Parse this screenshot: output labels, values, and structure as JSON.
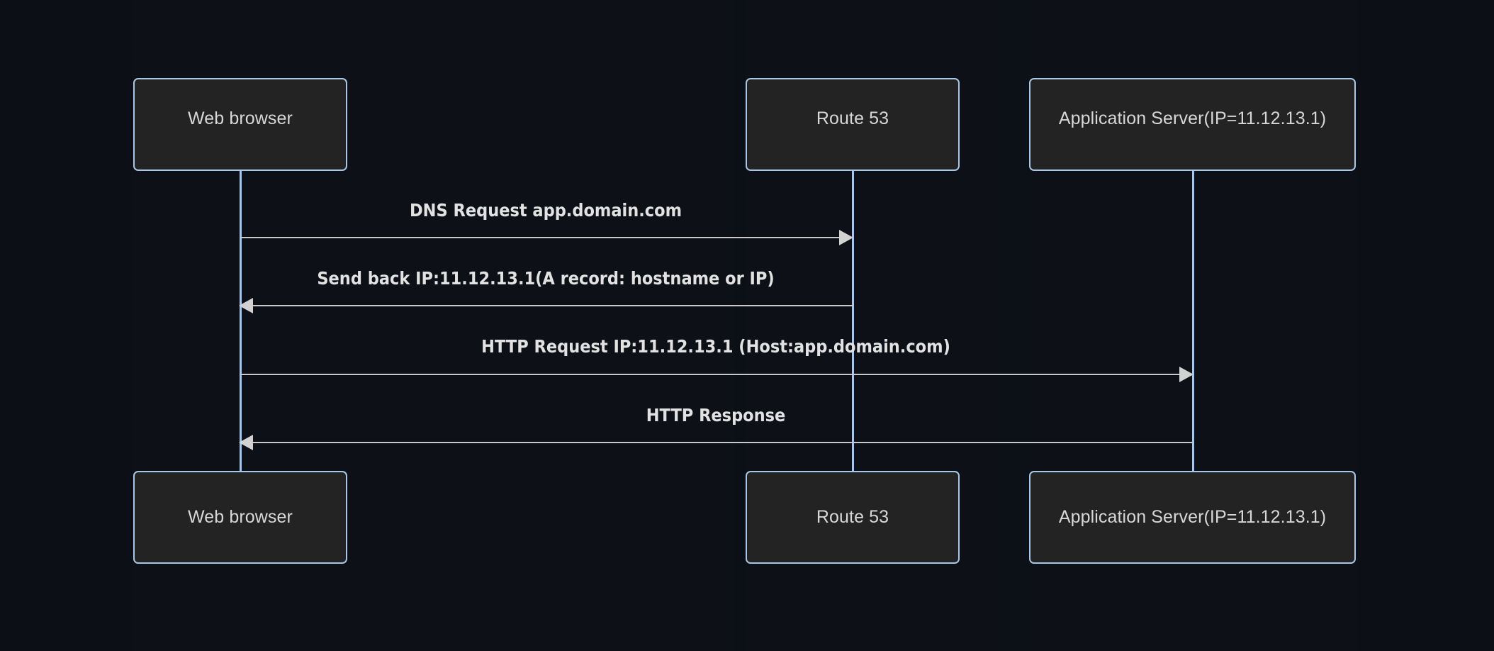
{
  "diagram": {
    "type": "sequence-diagram",
    "title": "",
    "theme": {
      "background": "#0d1117",
      "box_fill": "#232323",
      "box_border": "#a8c7e8",
      "lifeline": "#a8c7e8",
      "message_line": "#c9c9c9",
      "box_text": "#d7d7d7",
      "message_text": "#e2e2e2"
    },
    "participants": [
      {
        "id": "browser",
        "label": "Web browser"
      },
      {
        "id": "route53",
        "label": "Route 53"
      },
      {
        "id": "appserver",
        "label": "Application Server(IP=11.12.13.1)"
      }
    ],
    "participants_bottom": [
      {
        "id": "browser",
        "label": "Web browser"
      },
      {
        "id": "route53",
        "label": "Route 53"
      },
      {
        "id": "appserver",
        "label": "Application Server(IP=11.12.13.1)"
      }
    ],
    "messages": [
      {
        "index": 1,
        "label": "DNS Request app.domain.com",
        "from": "browser",
        "to": "route53",
        "direction": "right"
      },
      {
        "index": 2,
        "label": "Send back IP:11.12.13.1(A record: hostname or IP)",
        "from": "route53",
        "to": "browser",
        "direction": "left"
      },
      {
        "index": 3,
        "label": "HTTP Request IP:11.12.13.1 (Host:app.domain.com)",
        "from": "browser",
        "to": "appserver",
        "direction": "right"
      },
      {
        "index": 4,
        "label": "HTTP Response",
        "from": "appserver",
        "to": "browser",
        "direction": "left"
      }
    ]
  }
}
